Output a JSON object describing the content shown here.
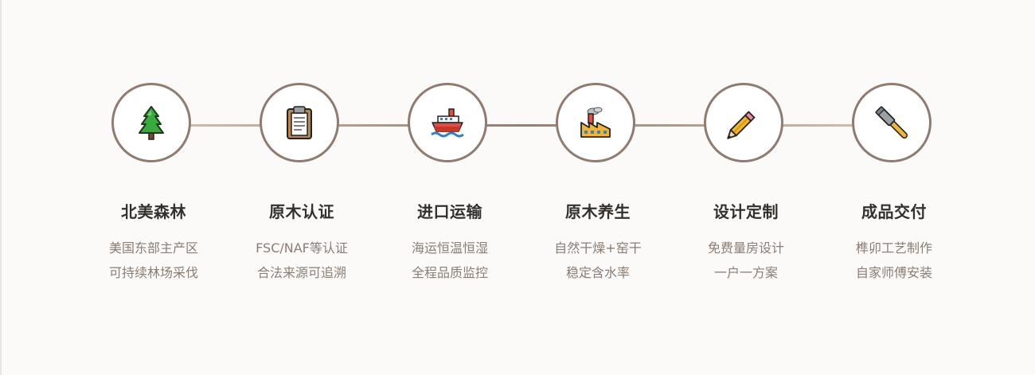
{
  "steps": [
    {
      "title": "北美森林",
      "line1": "美国东部主产区",
      "line2": "可持续林场采伐",
      "icon": "tree-icon"
    },
    {
      "title": "原木认证",
      "line1": "FSC/NAF等认证",
      "line2": "合法来源可追溯",
      "icon": "clipboard-icon"
    },
    {
      "title": "进口运输",
      "line1": "海运恒温恒湿",
      "line2": "全程品质监控",
      "icon": "ship-icon"
    },
    {
      "title": "原木养生",
      "line1": "自然干燥+窑干",
      "line2": "稳定含水率",
      "icon": "factory-icon"
    },
    {
      "title": "设计定制",
      "line1": "免费量房设计",
      "line2": "一户一方案",
      "icon": "pencil-icon"
    },
    {
      "title": "成品交付",
      "line1": "榫卯工艺制作",
      "line2": "自家师傅安装",
      "icon": "hammer-icon"
    }
  ],
  "colors": {
    "circle_border": "#8e7b71",
    "title": "#33302d",
    "description": "#8a7d74",
    "background": "#fcfaf8"
  }
}
